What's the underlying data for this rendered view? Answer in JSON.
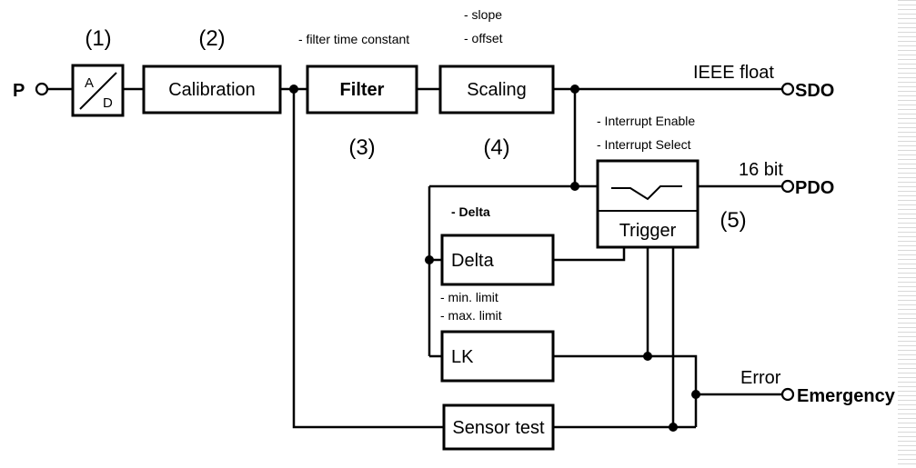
{
  "input": {
    "label": "P"
  },
  "ad": {
    "number": "(1)",
    "top": "A",
    "bottom": "D"
  },
  "calibration": {
    "number": "(2)",
    "label": "Calibration"
  },
  "filter": {
    "number": "(3)",
    "label": "Filter",
    "param": "- filter time constant"
  },
  "scaling": {
    "number": "(4)",
    "label": "Scaling",
    "params": [
      "- slope",
      "- offset"
    ]
  },
  "trigger": {
    "number": "(5)",
    "label": "Trigger",
    "params": [
      "- Interrupt Enable",
      "- Interrupt Select"
    ]
  },
  "delta": {
    "label": "Delta",
    "param": "- Delta"
  },
  "lk": {
    "label": "LK",
    "params": [
      "- min. limit",
      "- max. limit"
    ]
  },
  "sensor_test": {
    "label": "Sensor test"
  },
  "outputs": {
    "sdo": {
      "signal": "IEEE float",
      "label": "SDO"
    },
    "pdo": {
      "signal": "16 bit",
      "label": "PDO"
    },
    "emergency": {
      "signal": "Error",
      "label": "Emergency"
    }
  }
}
